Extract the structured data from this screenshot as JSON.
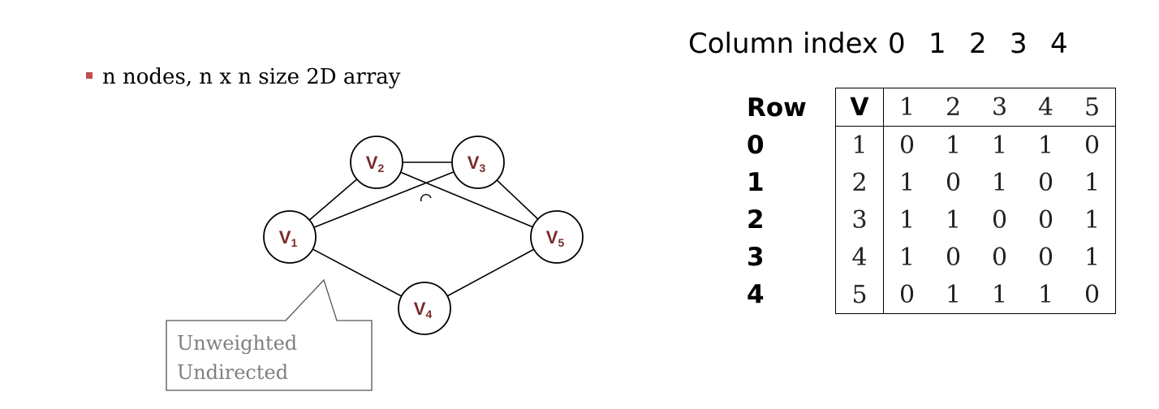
{
  "bullet": {
    "text": "n nodes, n x n  size 2D array",
    "color": "#c0504d"
  },
  "graph": {
    "nodes": [
      {
        "id": "V1",
        "label": "V",
        "sub": "1"
      },
      {
        "id": "V2",
        "label": "V",
        "sub": "2"
      },
      {
        "id": "V3",
        "label": "V",
        "sub": "3"
      },
      {
        "id": "V4",
        "label": "V",
        "sub": "4"
      },
      {
        "id": "V5",
        "label": "V",
        "sub": "5"
      }
    ],
    "edges": [
      [
        "V1",
        "V2"
      ],
      [
        "V2",
        "V3"
      ],
      [
        "V3",
        "V5"
      ],
      [
        "V1",
        "V3"
      ],
      [
        "V2",
        "V5"
      ],
      [
        "V1",
        "V4"
      ],
      [
        "V4",
        "V5"
      ]
    ],
    "node_label_color": "#7b2a2a"
  },
  "callout": {
    "line1": "Unweighted",
    "line2": "Undirected",
    "color": "#7f7f7f"
  },
  "matrix": {
    "column_index_label": "Column index",
    "column_indices": [
      "0",
      "1",
      "2",
      "3",
      "4"
    ],
    "row_header": "Row",
    "row_indices": [
      "0",
      "1",
      "2",
      "3",
      "4"
    ],
    "corner": "V",
    "column_headers": [
      "1",
      "2",
      "3",
      "4",
      "5"
    ],
    "rows": [
      {
        "v": "1",
        "cells": [
          "0",
          "1",
          "1",
          "1",
          "0"
        ]
      },
      {
        "v": "2",
        "cells": [
          "1",
          "0",
          "1",
          "0",
          "1"
        ]
      },
      {
        "v": "3",
        "cells": [
          "1",
          "1",
          "0",
          "0",
          "1"
        ]
      },
      {
        "v": "4",
        "cells": [
          "1",
          "0",
          "0",
          "0",
          "1"
        ]
      },
      {
        "v": "5",
        "cells": [
          "0",
          "1",
          "1",
          "1",
          "0"
        ]
      }
    ]
  }
}
